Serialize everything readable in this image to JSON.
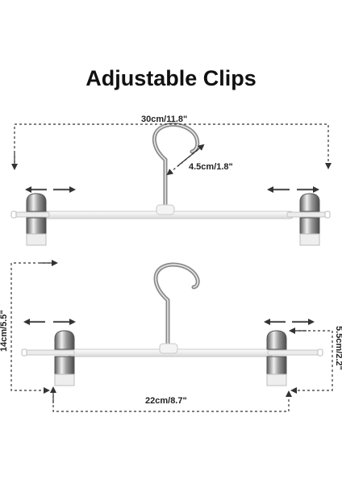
{
  "title": "Adjustable Clips",
  "labels": {
    "top_width": "30cm/11.8\"",
    "hook_width": "4.5cm/1.8\"",
    "height": "14cm/5.5\"",
    "clip_height": "5.5cm/2.2\"",
    "bottom_width": "22cm/8.7\""
  }
}
